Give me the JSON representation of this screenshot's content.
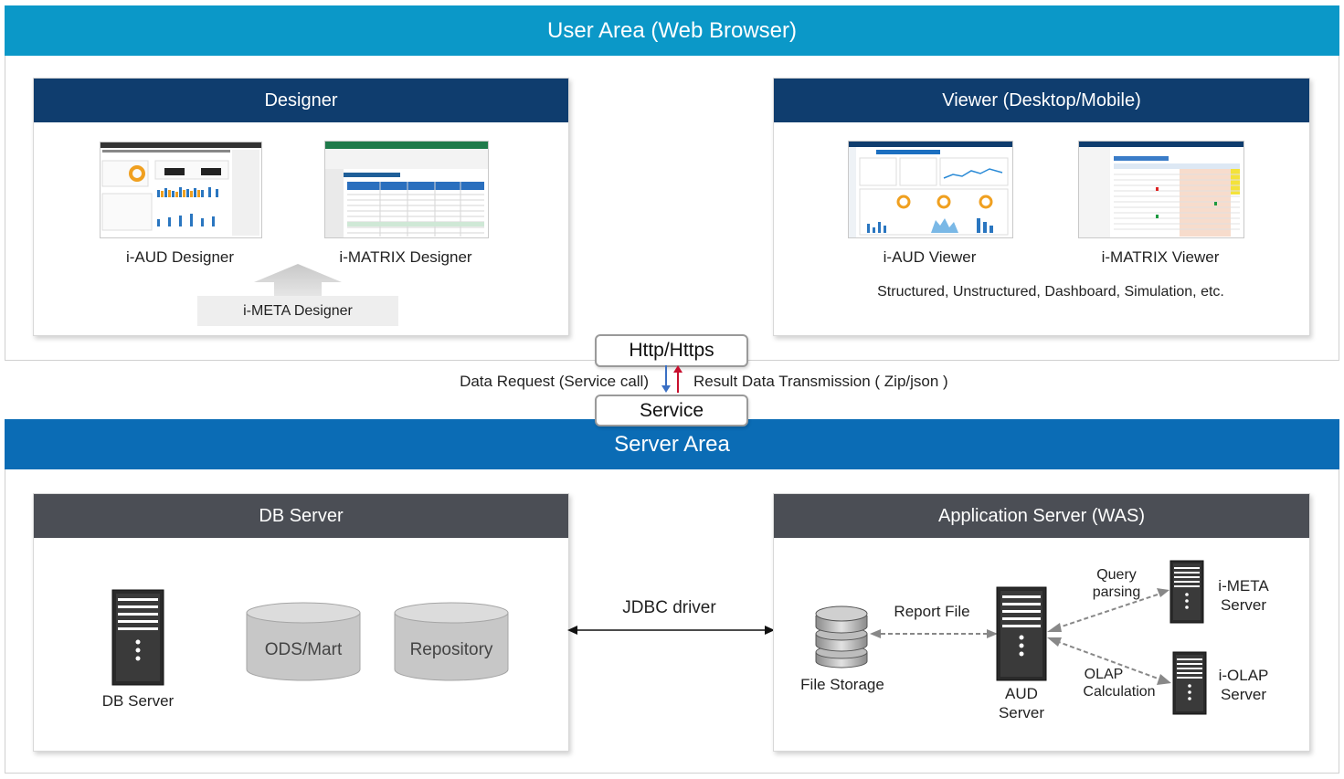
{
  "user_area": {
    "title": "User Area (Web Browser)",
    "designer": {
      "title": "Designer",
      "items": [
        "i-AUD Designer",
        "i-MATRIX Designer"
      ],
      "meta": "i-META Designer"
    },
    "viewer": {
      "title": "Viewer (Desktop/Mobile)",
      "items": [
        "i-AUD Viewer",
        "i-MATRIX Viewer"
      ],
      "note": "Structured, Unstructured, Dashboard, Simulation, etc."
    }
  },
  "transport": {
    "http": "Http/Https",
    "request": "Data Request (Service call)",
    "result": "Result Data Transmission ( Zip/json )",
    "service": "Service"
  },
  "server_area": {
    "title": "Server Area",
    "db_server": {
      "title": "DB Server",
      "server_label": "DB Server",
      "stores": [
        "ODS/Mart",
        "Repository"
      ]
    },
    "link": "JDBC driver",
    "app_server": {
      "title": "Application Server (WAS)",
      "file_storage": "File Storage",
      "report_file": "Report File",
      "aud_server": [
        "AUD",
        "Server"
      ],
      "query": [
        "Query",
        "parsing"
      ],
      "olap_calc": [
        "OLAP",
        "Calculation"
      ],
      "meta_server": [
        "i-META",
        "Server"
      ],
      "olap_server": [
        "i-OLAP",
        "Server"
      ]
    }
  },
  "colors": {
    "user_band": "#0b98c8",
    "server_band": "#0b6cb5",
    "panel_navy": "#0f3d6e",
    "panel_gray": "#4b4e55",
    "request_arrow": "#3a6fc4",
    "result_arrow": "#c8102e"
  }
}
